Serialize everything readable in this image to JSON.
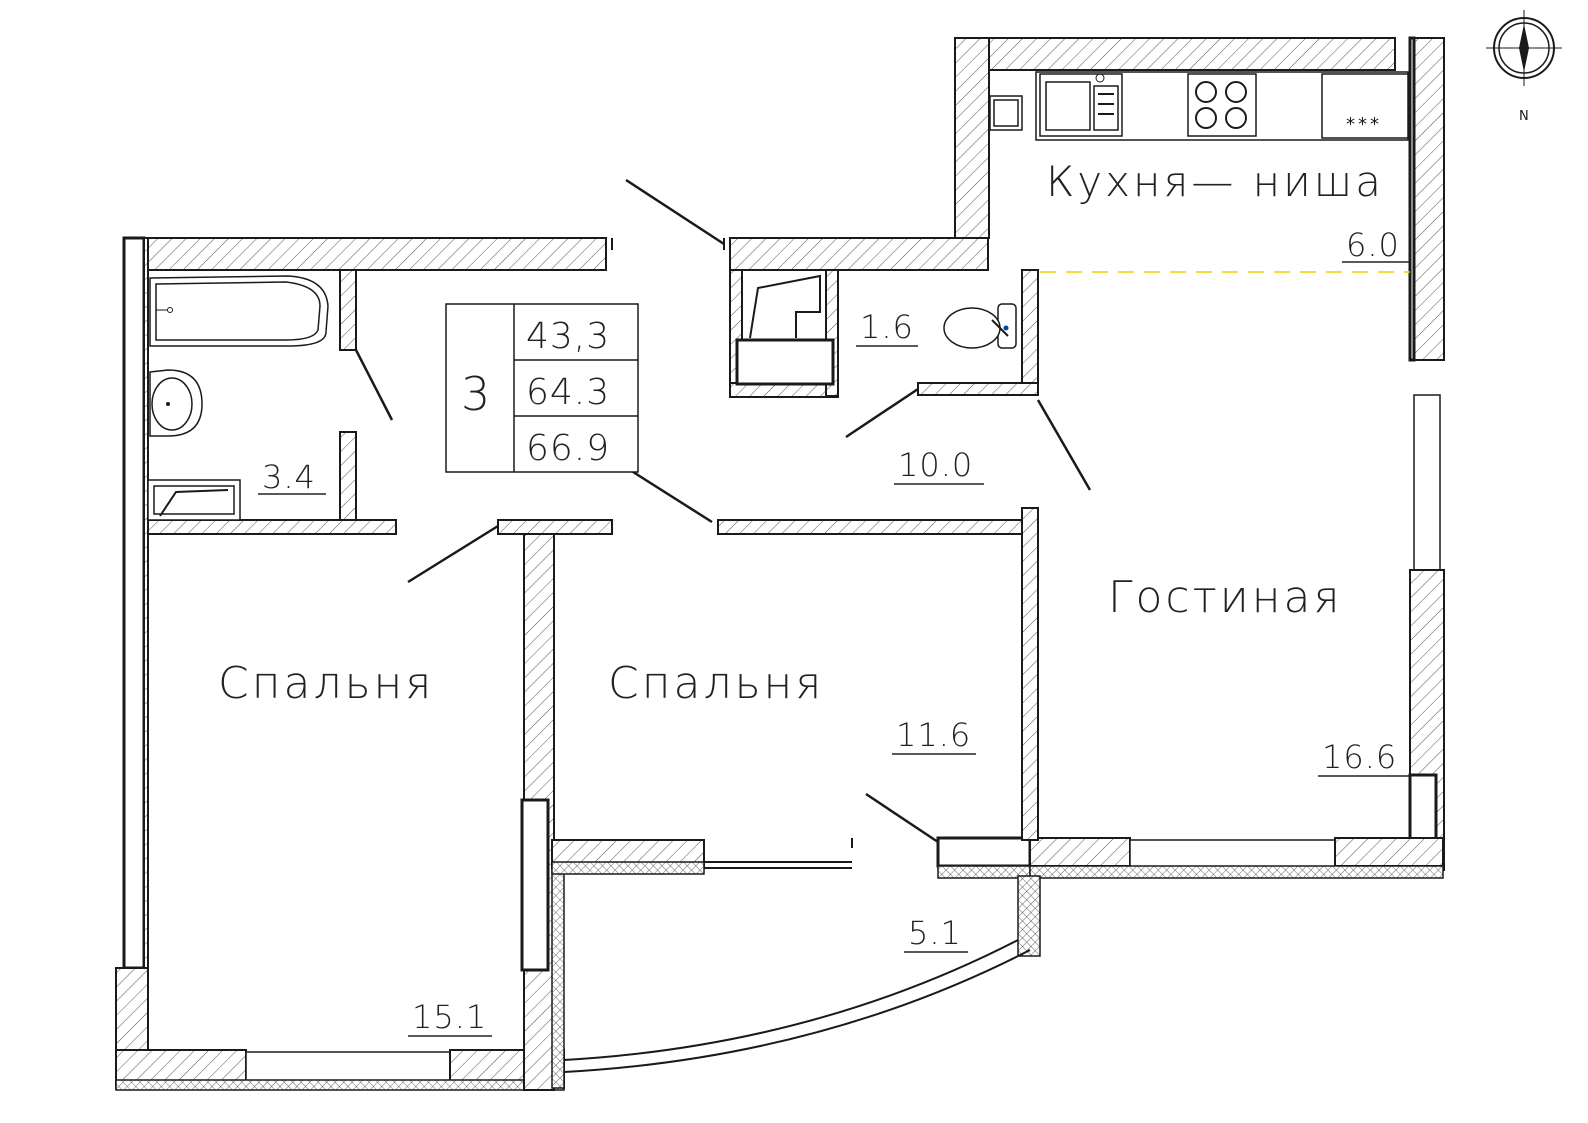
{
  "summary": {
    "rooms": "3",
    "living_area": "43,3",
    "total_area": "64.3",
    "area_with_balcony": "66.9"
  },
  "rooms": {
    "kitchen": {
      "name": "Кухня— ниша",
      "area": "6.0"
    },
    "living": {
      "name": "Гостиная",
      "area": "16.6"
    },
    "bedroom_left": {
      "name": "Спальня",
      "area": "15.1"
    },
    "bedroom_middle": {
      "name": "Спальня",
      "area": "11.6"
    },
    "bathroom": {
      "area": "3.4"
    },
    "toilet": {
      "area": "1.6"
    },
    "hall": {
      "area": "10.0"
    },
    "balcony": {
      "area": "5.1"
    }
  },
  "compass": {
    "label": "N",
    "icon": "compass-icon"
  },
  "fixtures": {
    "stove": "***",
    "icons": [
      "bathtub-icon",
      "sink-icon",
      "washer-icon",
      "toilet-icon",
      "kitchen-sink-icon",
      "cooktop-icon",
      "oven-icon"
    ]
  },
  "colors": {
    "walls": "#1a1a1a",
    "kitchen_zone_line": "#f0d000"
  }
}
